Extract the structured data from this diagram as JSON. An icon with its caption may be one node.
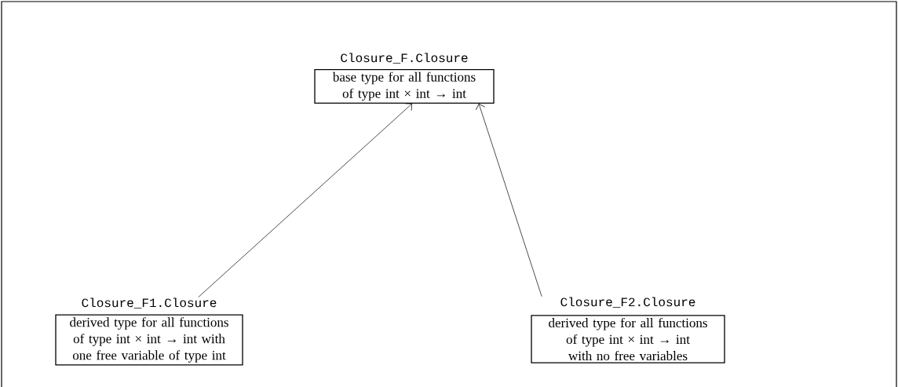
{
  "diagram": {
    "nodes": [
      {
        "text": [
          "Closure_F.Closure",
          "base type for all functions of type int × int → int"
        ]
      },
      {
        "text": [
          "Closure_F1.Closure",
          "derived type for all functions of type int × int → int with one free variable of type int"
        ]
      },
      {
        "text": [
          "Closure_F2.Closure",
          "derived type for all functions of type int × int → int with no free variables"
        ]
      }
    ],
    "edges": [
      {
        "from": 1,
        "to": 0,
        "arrow": "to"
      },
      {
        "from": 2,
        "to": 0,
        "arrow": "to"
      }
    ]
  }
}
